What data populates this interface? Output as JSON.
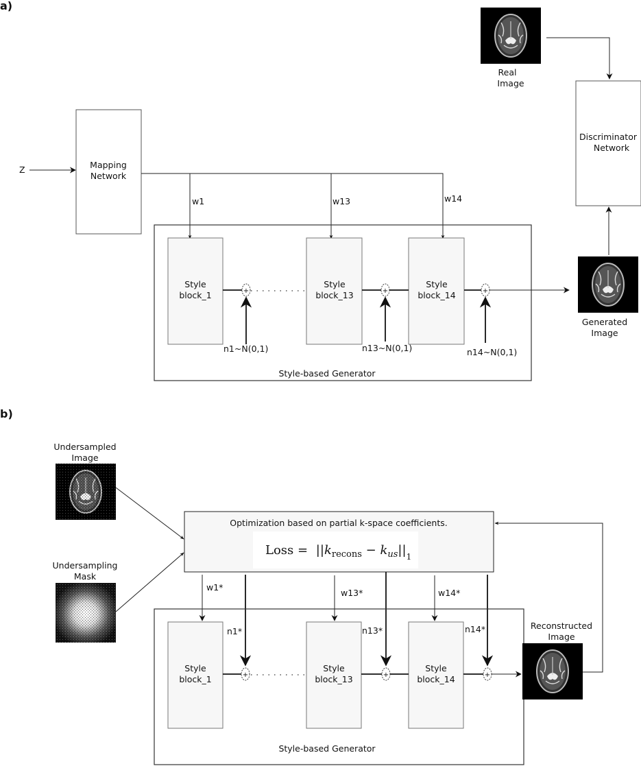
{
  "panel_a": {
    "label": "a)",
    "z_label": "Z",
    "mapping": [
      "Mapping",
      "Network"
    ],
    "w_labels": [
      "w1",
      "w13",
      "w14"
    ],
    "blocks": [
      [
        "Style",
        "block_1"
      ],
      [
        "Style",
        "block_13"
      ],
      [
        "Style",
        "block_14"
      ]
    ],
    "noise_labels": [
      "n1~N(0,1)",
      "n13~N(0,1)",
      "n14~N(0,1)"
    ],
    "generator_label": "Style-based Generator",
    "real_image": [
      "Real",
      "Image"
    ],
    "generated_image": [
      "Generated",
      "Image"
    ],
    "discriminator": [
      "Discriminator",
      "Network"
    ],
    "sum_symbol": "+"
  },
  "panel_b": {
    "label": "b)",
    "undersampled_image": [
      "Undersampled",
      "Image"
    ],
    "mask": [
      "Undersampling",
      "Mask"
    ],
    "optimization_title": "Optimization based on partial k-space coefficients.",
    "loss": {
      "lhs": "Loss = ",
      "k1": "k",
      "sub1": "recons",
      "minus": " − ",
      "k2": "k",
      "sub2": "us",
      "norm_sub": "1"
    },
    "w_labels": [
      "w1*",
      "w13*",
      "w14*"
    ],
    "noise_labels": [
      "n1*",
      "n13*",
      "n14*"
    ],
    "blocks": [
      [
        "Style",
        "block_1"
      ],
      [
        "Style",
        "block_13"
      ],
      [
        "Style",
        "block_14"
      ]
    ],
    "generator_label": "Style-based Generator",
    "reconstructed_image": [
      "Reconstructed",
      "Image"
    ],
    "sum_symbol": "+"
  }
}
